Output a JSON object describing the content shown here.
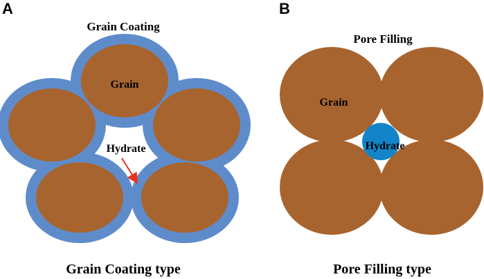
{
  "panel_a": {
    "letter": "A",
    "top_label": "Grain Coating",
    "grain_label": "Grain",
    "hydrate_label": "Hydrate",
    "caption": "Grain Coating type"
  },
  "panel_b": {
    "letter": "B",
    "top_label": "Pore Filling",
    "grain_label": "Grain",
    "hydrate_label": "Hydrate",
    "caption": "Pore Filling type"
  },
  "colors": {
    "grain": "#A8642F",
    "coating": "#5E8CCB",
    "hydrate_fill": "#1384C8",
    "arrow": "#E8321E",
    "text": "#000000"
  }
}
